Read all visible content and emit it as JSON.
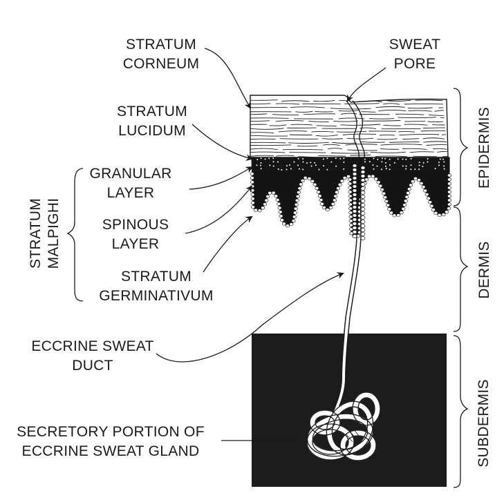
{
  "labels": {
    "stratum_corneum": [
      "STRATUM",
      "CORNEUM"
    ],
    "sweat_pore": [
      "SWEAT",
      "PORE"
    ],
    "stratum_lucidum": [
      "STRATUM",
      "LUCIDUM"
    ],
    "granular_layer": [
      "GRANULAR",
      "LAYER"
    ],
    "spinous_layer": [
      "SPINOUS",
      "LAYER"
    ],
    "stratum_germinativum": [
      "STRATUM",
      "GERMINATIVUM"
    ],
    "stratum_malpighi": [
      "STRATUM",
      "MALPIGHI"
    ],
    "eccrine_sweat_duct": [
      "ECCRINE SWEAT",
      "DUCT"
    ],
    "secretory_portion": [
      "SECRETORY PORTION OF",
      "ECCRINE SWEAT GLAND"
    ],
    "epidermis": "EPIDERMIS",
    "dermis": "DERMIS",
    "subdermis": "SUBDERMIS"
  },
  "colors": {
    "ink": "#1a1a1a",
    "subdermis_fill": "#1c1c1c",
    "background": "#ffffff"
  }
}
